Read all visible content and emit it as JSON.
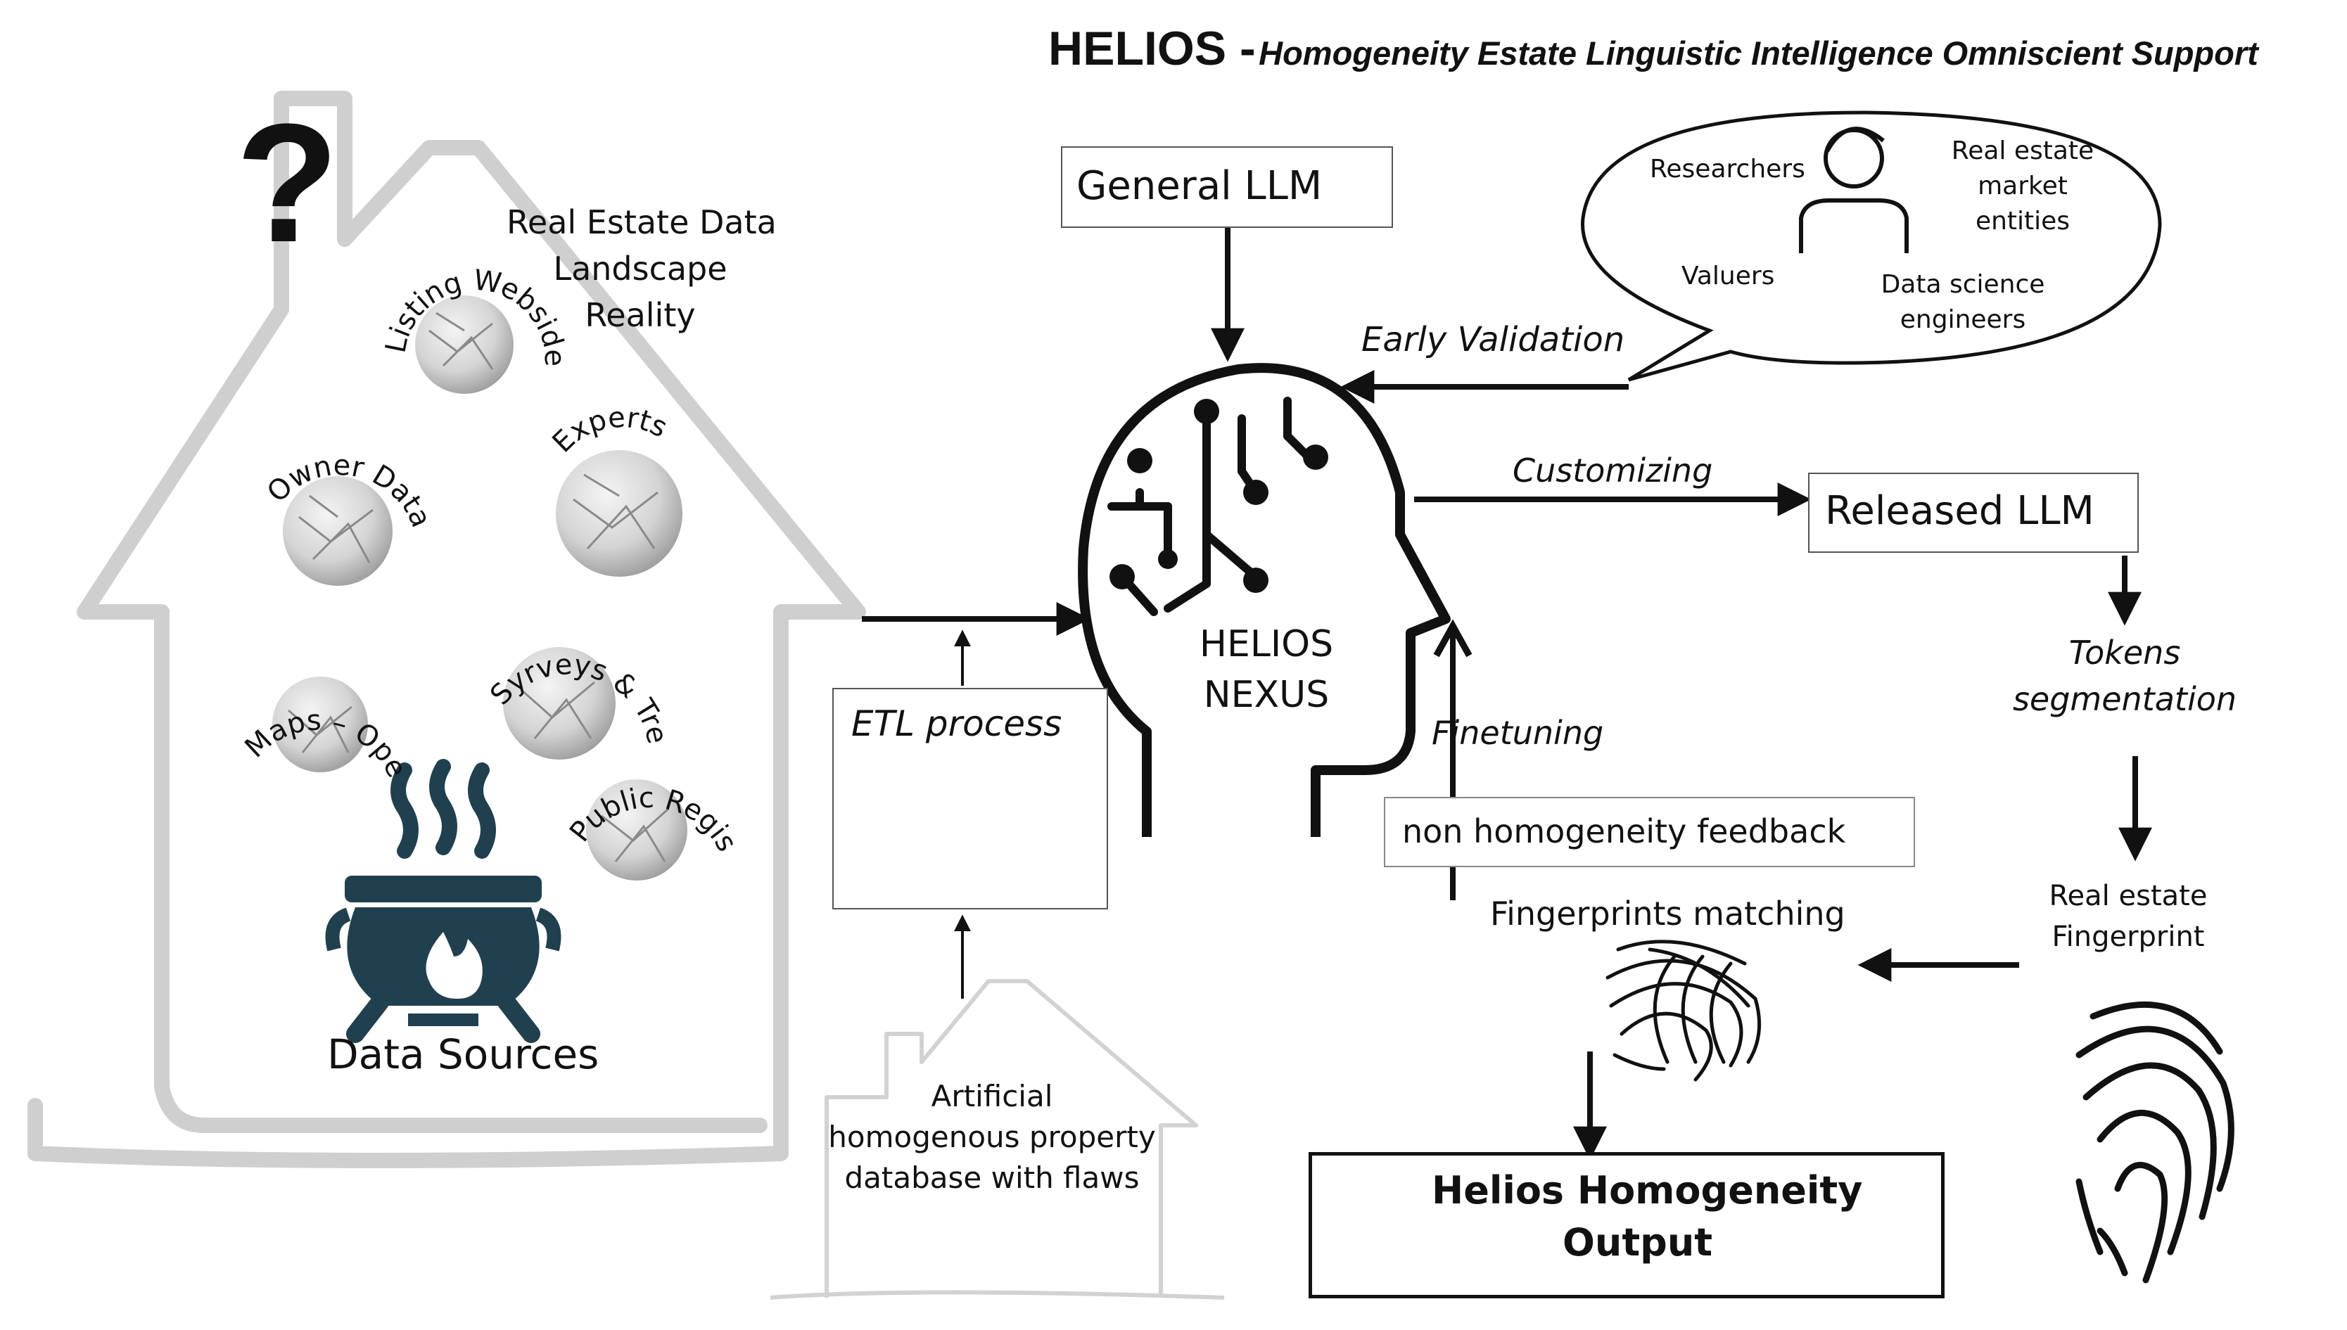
{
  "title": {
    "main": "HELIOS -",
    "subtitle": "Homogeneity Estate Linguistic Intelligence Omniscient Support"
  },
  "left_house": {
    "question_mark": "?",
    "landscape_label": [
      "Real Estate Data",
      "Landscape",
      "Reality"
    ],
    "sources": [
      {
        "label": "Listing Webside"
      },
      {
        "label": "Owner Data"
      },
      {
        "label": "Experts"
      },
      {
        "label": "Maps – Open Source"
      },
      {
        "label": "Syrveys & Trends"
      },
      {
        "label": "Public Registers"
      }
    ],
    "data_sources_label": "Data Sources"
  },
  "etl": {
    "label": "ETL process",
    "artificial_db_label": [
      "Artificial",
      "homogenous property",
      "database with flaws"
    ]
  },
  "general_llm": "General LLM",
  "nexus": [
    "HELIOS",
    "NEXUS"
  ],
  "early_validation": "Early Validation",
  "stakeholders": {
    "researchers": "Researchers",
    "market_entities": [
      "Real estate",
      "market",
      "entities"
    ],
    "valuers": "Valuers",
    "engineers": [
      "Data science",
      "engineers"
    ]
  },
  "customizing": "Customizing",
  "released_llm": "Released LLM",
  "tokens_segmentation": [
    "Tokens",
    "segmentation"
  ],
  "fingerprint": [
    "Real estate",
    "Fingerprint"
  ],
  "fingerprints_matching": "Fingerprints matching",
  "finetuning": "Finetuning",
  "feedback": "non homogeneity feedback",
  "output": {
    "line1": "Helios Homogeneity",
    "line2": "Output"
  },
  "colors": {
    "pot": "#21404f",
    "house_outline": "#c9c9c9",
    "box_border": "#555555",
    "paper": "#d9d9d9"
  }
}
